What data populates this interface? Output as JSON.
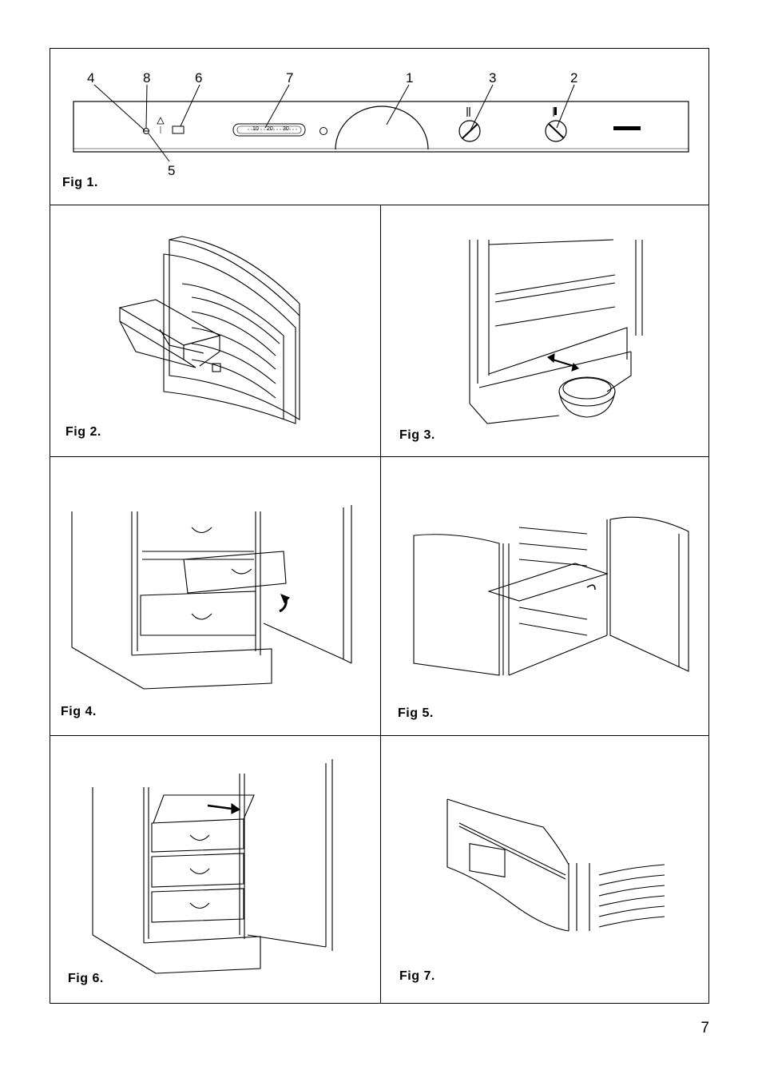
{
  "page_number": "7",
  "figures": [
    {
      "id": "fig1",
      "caption": "Fig 1."
    },
    {
      "id": "fig2",
      "caption": "Fig 2."
    },
    {
      "id": "fig3",
      "caption": "Fig 3."
    },
    {
      "id": "fig4",
      "caption": "Fig 4."
    },
    {
      "id": "fig5",
      "caption": "Fig 5."
    },
    {
      "id": "fig6",
      "caption": "Fig 6."
    },
    {
      "id": "fig7",
      "caption": "Fig 7."
    }
  ],
  "control_panel": {
    "callouts": [
      "4",
      "8",
      "6",
      "7",
      "1",
      "3",
      "2",
      "5"
    ],
    "scale_labels": [
      "10",
      "20",
      "30"
    ]
  }
}
